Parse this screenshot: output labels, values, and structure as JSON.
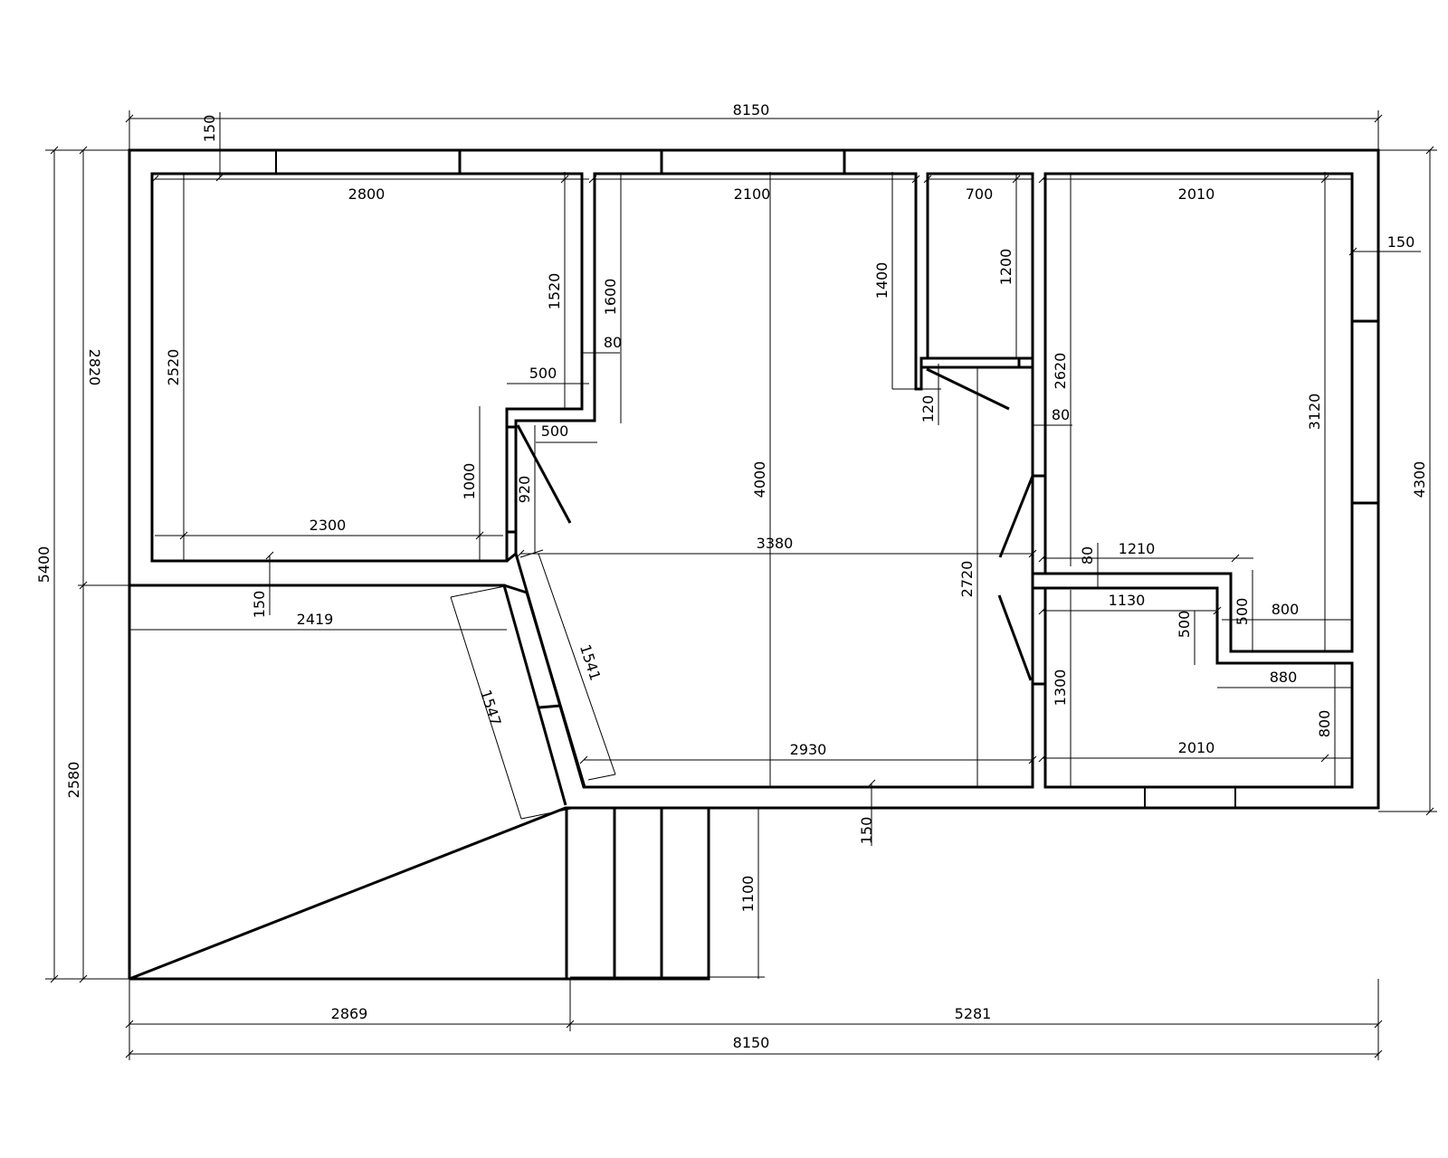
{
  "drawing": {
    "colors": {
      "line": "#000000",
      "background": "#ffffff"
    },
    "dimensions": {
      "overall_width_top": "8150",
      "overall_width_bottom": "8150",
      "bottom_left_segment": "2869",
      "bottom_right_segment": "5281",
      "overall_height_left": "5400",
      "upper_height_left": "2820",
      "lower_height_left": "2580",
      "overall_height_right": "4300",
      "wall_thickness_top": "150",
      "wall_thickness_right": "150",
      "wall_thickness_bottom": "150",
      "wall_thickness_mid_left": "150",
      "room1_width": "2800",
      "room1_height": "2520",
      "room1_notch_height": "1520",
      "room1_notch_width": "500",
      "room1_lower_height": "1000",
      "room1_bottom_width": "2300",
      "partition_80_a": "80",
      "hall_top_width": "2100",
      "hall_left_height": "1600",
      "hall_notch_width": "500",
      "hall_door_height": "920",
      "hall_height": "4000",
      "hall_width": "3380",
      "hall_right_height": "2720",
      "hall_bottom_width": "2930",
      "hall_right_upper": "1400",
      "hall_offset_120": "120",
      "bath_width": "700",
      "bath_height": "1200",
      "room3_width": "2010",
      "room3_height": "2620",
      "room3_right_height": "3120",
      "partition_80_b": "80",
      "partition_80_c": "80",
      "room3_mid_width": "1210",
      "room3_notch_height": "500",
      "room3_notch_width": "800",
      "room4_width": "1130",
      "room4_notch_height": "500",
      "room4_notch_width": "880",
      "room4_height": "1300",
      "room4_right_height": "800",
      "room4_bottom_width": "2010",
      "terrace_top_width": "2419",
      "diagonal_outer": "1547",
      "diagonal_inner": "1541",
      "steps_height": "1100"
    }
  }
}
